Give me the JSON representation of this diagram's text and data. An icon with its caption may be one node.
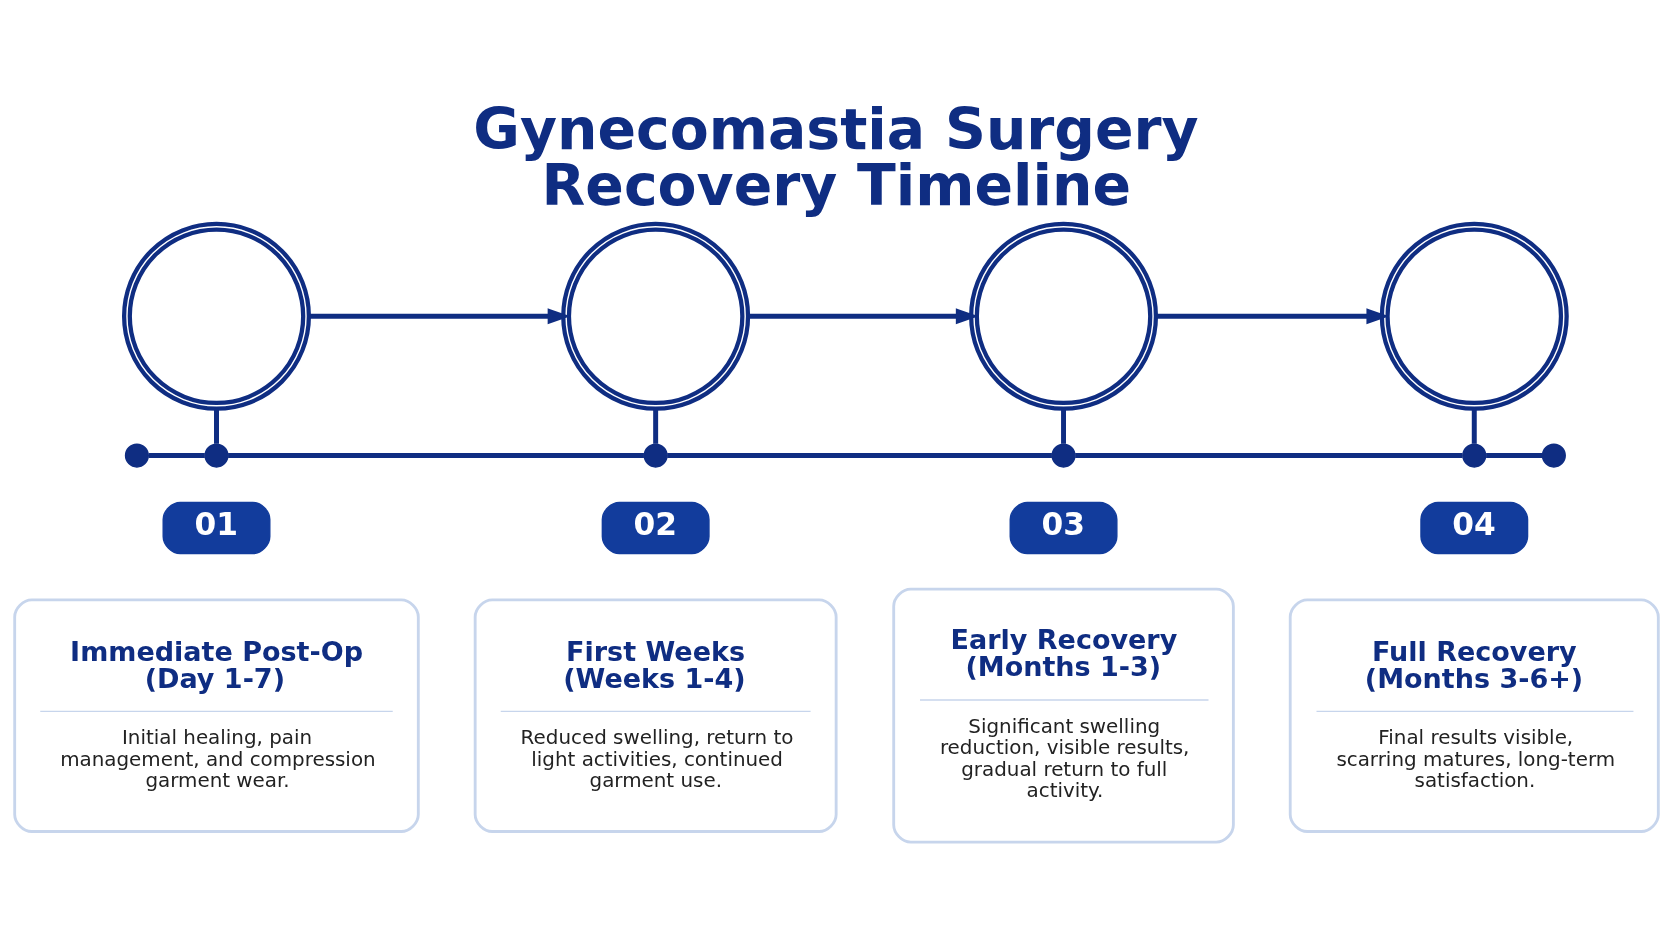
{
  "diagram": {
    "title": "Gynecomastia Surgery Recovery Timeline",
    "nodes": [
      {
        "text": [],
        "shape": "picture"
      },
      {
        "text": [],
        "shape": "picture"
      },
      {
        "text": [],
        "shape": "picture"
      },
      {
        "text": [],
        "shape": "picture"
      },
      {
        "text": [],
        "shape": "circle"
      },
      {
        "text": [],
        "shape": "circle"
      },
      {
        "text": [],
        "shape": "circle"
      },
      {
        "text": [],
        "shape": "circle"
      },
      {
        "text": [],
        "shape": "circle"
      },
      {
        "text": [],
        "shape": "circle"
      },
      {
        "text": [
          "01"
        ]
      },
      {
        "text": [
          "Immediate Post-Op (Day 1-7)",
          "Initial healing, pain management, and compression garment wear."
        ]
      },
      {
        "text": [
          "02"
        ]
      },
      {
        "text": [
          "First Weeks (Weeks 1-4)",
          "Reduced swelling, return to light activities, continued garment use."
        ]
      },
      {
        "text": [
          "03"
        ]
      },
      {
        "text": [
          "Early Recovery (Months 1-3)",
          "Significant swelling reduction, visible results, gradual return to full activity."
        ]
      },
      {
        "text": [
          "04"
        ]
      },
      {
        "text": [
          "Full Recovery (Months 3-6+)",
          "Final results visible, scarring matures, long-term satisfaction."
        ]
      }
    ],
    "edges": [
      {
        "from": 0,
        "to": 1,
        "arrow": "to"
      },
      {
        "from": 1,
        "to": 2,
        "arrow": "to"
      },
      {
        "from": 2,
        "to": 3,
        "arrow": "to"
      },
      {
        "from": 4,
        "to": 5,
        "arrow": "none"
      },
      {
        "from": 5,
        "to": 6,
        "arrow": "none"
      },
      {
        "from": 6,
        "to": 7,
        "arrow": "none"
      },
      {
        "from": 7,
        "to": 8,
        "arrow": "none"
      },
      {
        "from": 8,
        "to": 9,
        "arrow": "none"
      },
      {
        "from": 0,
        "to": 5,
        "arrow": "none"
      },
      {
        "from": 1,
        "to": 6,
        "arrow": "none"
      },
      {
        "from": 2,
        "to": 7,
        "arrow": "none"
      },
      {
        "from": 3,
        "to": 8,
        "arrow": "none"
      }
    ]
  }
}
